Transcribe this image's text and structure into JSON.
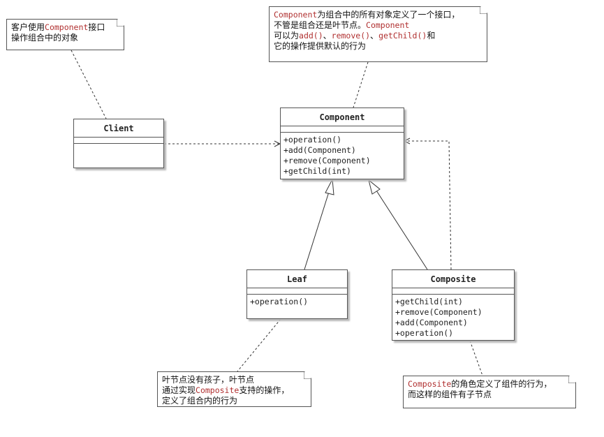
{
  "classes": {
    "client": {
      "name": "Client",
      "methods": []
    },
    "component": {
      "name": "Component",
      "methods": [
        "+operation()",
        "+add(Component)",
        "+remove(Component)",
        "+getChild(int)"
      ]
    },
    "leaf": {
      "name": "Leaf",
      "methods": [
        "+operation()"
      ]
    },
    "composite": {
      "name": "Composite",
      "methods": [
        "+getChild(int)",
        "+remove(Component)",
        "+add(Component)",
        "+operation()"
      ]
    }
  },
  "notes": {
    "client_note": {
      "line1_pre": "客户使用",
      "line1_code": "Component",
      "line1_post": "接口",
      "line2": "操作组合中的对象"
    },
    "component_note": {
      "line1_code": "Component",
      "line1_post": "为组合中的所有对象定义了一个接口，",
      "line2_pre": "不管是组合还是叶节点。",
      "line2_code": "Component",
      "line3_pre": "可以为",
      "line3_code1": "add()",
      "line3_sep1": "、",
      "line3_code2": "remove()",
      "line3_sep2": "、",
      "line3_code3": "getChild()",
      "line3_post": "和",
      "line4": "它的操作提供默认的行为"
    },
    "leaf_note": {
      "line1": "叶节点没有孩子，叶节点",
      "line2_pre": "通过实现",
      "line2_code": "Composite",
      "line2_post": "支持的操作，",
      "line3": "定义了组合内的行为"
    },
    "composite_note": {
      "line1_code": "Composite",
      "line1_post": "的角色定义了组件的行为，",
      "line2": "而这样的组件有子节点"
    }
  },
  "colors": {
    "line": "#333333",
    "code_text": "#b03030",
    "shadow": "#b8b8b8"
  }
}
